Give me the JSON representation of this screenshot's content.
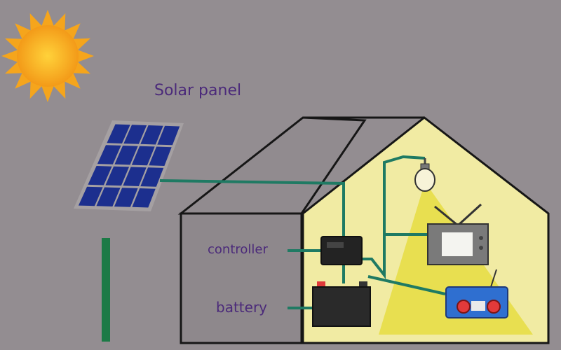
{
  "labels": {
    "solar_panel": "Solar panel",
    "controller": "controller",
    "battery": "battery"
  },
  "colors": {
    "background": "#938d91",
    "label_text": "#4b2a7a",
    "wire": "#1f7a63",
    "interior": "#f1eba3",
    "light_beam": "#e6dd42",
    "panel_cell": "#1c2f8e",
    "sun": "#f5a51c"
  },
  "icons": [
    "sun-icon",
    "solar-panel-icon",
    "light-bulb-icon",
    "tv-icon",
    "radio-icon",
    "battery-icon",
    "controller-icon"
  ]
}
